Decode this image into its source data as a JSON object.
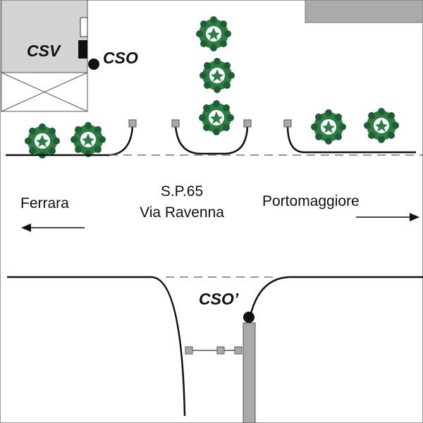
{
  "labels": {
    "csv": "CSV",
    "cso": "CSO",
    "cso_prime": "CSO’",
    "road_number": "S.P.65",
    "road_name": "Via Ravenna",
    "left_direction": "Ferrara",
    "right_direction": "Portomaggiore"
  },
  "colors": {
    "building": "#d4d4d4",
    "tree": "#2e7d46",
    "pole": "#a9a9a9",
    "line": "#111111"
  }
}
